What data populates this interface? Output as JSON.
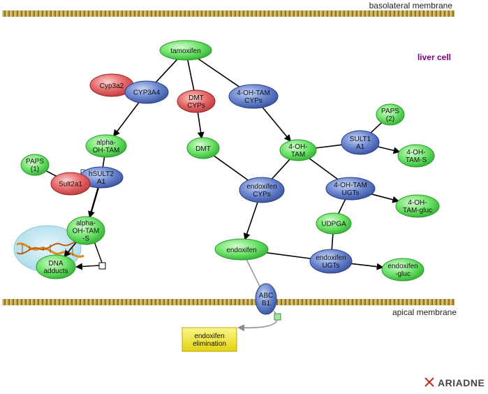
{
  "labels": {
    "basolateral": "basolateral membrane",
    "apical": "apical membrane",
    "compartment": "liver cell",
    "logo": "ARIADNE"
  },
  "colors": {
    "metabolite": "#5fe25f",
    "metabolite_dark": "#2c9a2c",
    "enzyme_blue": "#5b78c6",
    "enzyme_blue_dark": "#2a3f86",
    "enzyme_red": "#e35a5a",
    "enzyme_red_dark": "#9a2222",
    "outcome": "#f0e61e",
    "membrane": "#b59a4a",
    "compartment_label": "#800080"
  },
  "nodes": [
    {
      "id": "tamoxifen",
      "kind": "metabolite",
      "lines": [
        "tamoxifen"
      ]
    },
    {
      "id": "cyp3a2",
      "kind": "enzyme_red",
      "lines": [
        "Cyp3a2"
      ]
    },
    {
      "id": "cyp3a4",
      "kind": "enzyme_blue",
      "lines": [
        "CYP3A4"
      ]
    },
    {
      "id": "dmt_cyps",
      "kind": "enzyme_red",
      "lines": [
        "DMT",
        "CYPs"
      ]
    },
    {
      "id": "ohtam_cyps",
      "kind": "enzyme_blue",
      "lines": [
        "4-OH-TAM",
        "CYPs"
      ]
    },
    {
      "id": "paps2",
      "kind": "metabolite",
      "lines": [
        "PAPS",
        "(2)"
      ]
    },
    {
      "id": "alpha_oh_tam",
      "kind": "metabolite",
      "lines": [
        "alpha-",
        "OH-TAM"
      ]
    },
    {
      "id": "dmt",
      "kind": "metabolite",
      "lines": [
        "DMT"
      ]
    },
    {
      "id": "oh_tam",
      "kind": "metabolite",
      "lines": [
        "4-OH-",
        "TAM"
      ]
    },
    {
      "id": "sult1a1",
      "kind": "enzyme_blue",
      "lines": [
        "SULT1",
        "A1"
      ]
    },
    {
      "id": "oh_tam_s",
      "kind": "metabolite",
      "lines": [
        "4-OH-",
        "TAM-S"
      ]
    },
    {
      "id": "paps1",
      "kind": "metabolite",
      "lines": [
        "PAPS",
        "(1)"
      ]
    },
    {
      "id": "hsult2a1",
      "kind": "enzyme_blue",
      "lines": [
        "hSULT2",
        "A1"
      ]
    },
    {
      "id": "sult2a1",
      "kind": "enzyme_red",
      "lines": [
        "Sult2a1"
      ]
    },
    {
      "id": "endoxifen_cyps",
      "kind": "enzyme_blue",
      "lines": [
        "endoxifen",
        "CYPs"
      ]
    },
    {
      "id": "ohtam_ugts",
      "kind": "enzyme_blue",
      "lines": [
        "4-OH-TAM",
        "UGTs"
      ]
    },
    {
      "id": "ohtam_gluc",
      "kind": "metabolite",
      "lines": [
        "4-OH-",
        "TAM-gluc"
      ]
    },
    {
      "id": "alpha_oh_tam_s",
      "kind": "metabolite",
      "lines": [
        "alpha-",
        "OH-TAM",
        "-S"
      ]
    },
    {
      "id": "udpga",
      "kind": "metabolite",
      "lines": [
        "UDPGA"
      ]
    },
    {
      "id": "dna_adducts",
      "kind": "metabolite",
      "lines": [
        "DNA",
        "adducts"
      ]
    },
    {
      "id": "endoxifen",
      "kind": "metabolite",
      "lines": [
        "endoxifen"
      ]
    },
    {
      "id": "endoxifen_ugts",
      "kind": "enzyme_blue",
      "lines": [
        "endoxifen",
        "UGTs"
      ]
    },
    {
      "id": "endoxifen_gluc",
      "kind": "metabolite",
      "lines": [
        "endoxifen",
        "-gluc"
      ]
    },
    {
      "id": "abcb1",
      "kind": "enzyme_blue",
      "lines": [
        "ABC",
        "B1"
      ]
    },
    {
      "id": "elimination",
      "kind": "outcome",
      "lines": [
        "endoxifen",
        "elimination"
      ]
    }
  ]
}
